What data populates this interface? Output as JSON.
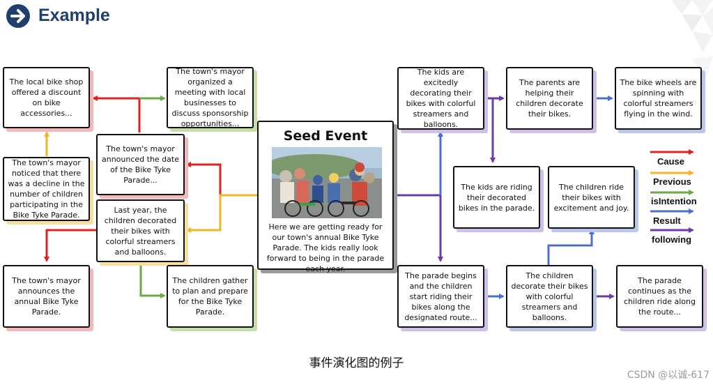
{
  "header": {
    "title": "Example"
  },
  "seed": {
    "title": "Seed Event",
    "text": "Here we are getting ready for our town's annual Bike Tyke Parade. The kids really look forward to being in the parade each year."
  },
  "boxes": {
    "bike_shop": "The local bike shop offered a discount on bike accessories...",
    "mayor_meeting": "The town's mayor organized a meeting with local businesses to discuss sponsorship opportunities...",
    "mayor_noticed": "The town's mayor noticed that there was a decline in the number of children participating in the Bike Tyke Parade.",
    "mayor_announced_date": "The town's mayor announced the date of the Bike Tyke Parade...",
    "last_year": "Last year, the children decorated their bikes with colorful streamers and balloons.",
    "mayor_announces": "The town's mayor announces the annual Bike Tyke Parade.",
    "children_gather": "The children gather to plan and prepare for the Bike Tyke Parade.",
    "kids_decorating": "The kids are excitedly decorating their bikes with colorful streamers and balloons.",
    "parents_helping": "The parents are helping their children decorate their bikes.",
    "wheels_spinning": "The bike wheels are spinning with colorful streamers flying in the wind.",
    "kids_riding": "The kids are riding their decorated bikes in the parade.",
    "children_ride": "The children ride their bikes with excitement and joy.",
    "parade_begins": "The parade begins and the children start riding their bikes along the designated route...",
    "children_decorate": "The children decorate their bikes with colorful streamers and balloons.",
    "parade_continues": "The parade continues as the children ride along the route..."
  },
  "legend": [
    {
      "label": "Cause",
      "color": "#e02020"
    },
    {
      "label": "Previous",
      "color": "#f0b429"
    },
    {
      "label": "isIntention",
      "color": "#6aaa45"
    },
    {
      "label": "Result",
      "color": "#4a6fd0"
    },
    {
      "label": "following",
      "color": "#6a3aa8"
    }
  ],
  "caption": "事件演化图的例子",
  "watermark": "CSDN @以诚-617"
}
